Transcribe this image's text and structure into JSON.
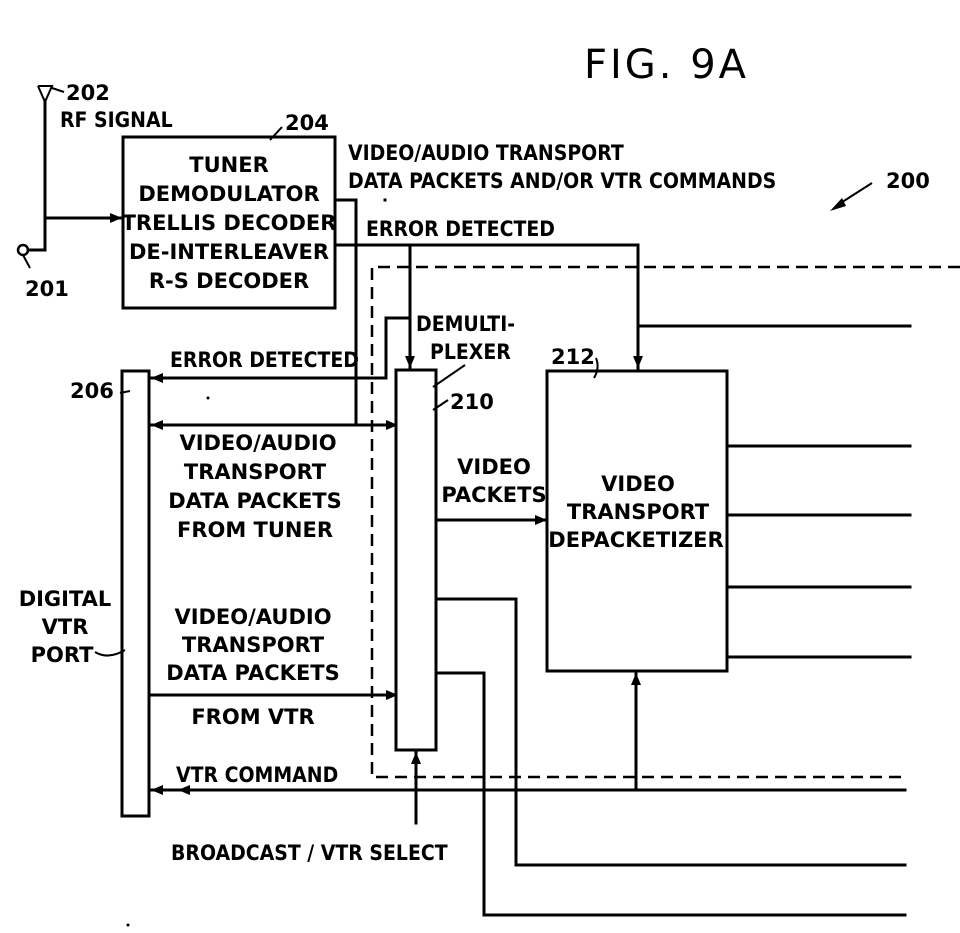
{
  "figure": {
    "title": "FIG. 9A",
    "ref_number": "200"
  },
  "antenna": {
    "ref": "202",
    "label": "RF SIGNAL",
    "input_ref": "201"
  },
  "tuner_block": {
    "ref": "204",
    "lines": [
      "TUNER",
      "DEMODULATOR",
      "TRELLIS DECODER",
      "DE-INTERLEAVER",
      "R-S DECODER"
    ]
  },
  "tuner_output_label": {
    "lines": [
      "VIDEO/AUDIO TRANSPORT",
      "DATA PACKETS AND/OR VTR COMMANDS"
    ]
  },
  "error_detected_top": "ERROR DETECTED",
  "error_detected_left": "ERROR DETECTED",
  "demux_block": {
    "ref": "210",
    "lines": [
      "DEMULTI-",
      "PLEXER"
    ]
  },
  "depacketizer_block": {
    "ref": "212",
    "lines": [
      "VIDEO",
      "TRANSPORT",
      "DEPACKETIZER"
    ]
  },
  "vtr_port": {
    "ref": "206",
    "lines": [
      "DIGITAL",
      "VTR",
      "PORT"
    ]
  },
  "from_tuner_label": {
    "lines": [
      "VIDEO/AUDIO",
      "TRANSPORT",
      "DATA PACKETS",
      "FROM TUNER"
    ]
  },
  "from_vtr_label": {
    "lines": [
      "VIDEO/AUDIO",
      "TRANSPORT",
      "DATA PACKETS"
    ],
    "below": "FROM VTR"
  },
  "video_packets_label": {
    "lines": [
      "VIDEO",
      "PACKETS"
    ]
  },
  "vtr_command_label": "VTR COMMAND",
  "select_label": "BROADCAST / VTR SELECT"
}
